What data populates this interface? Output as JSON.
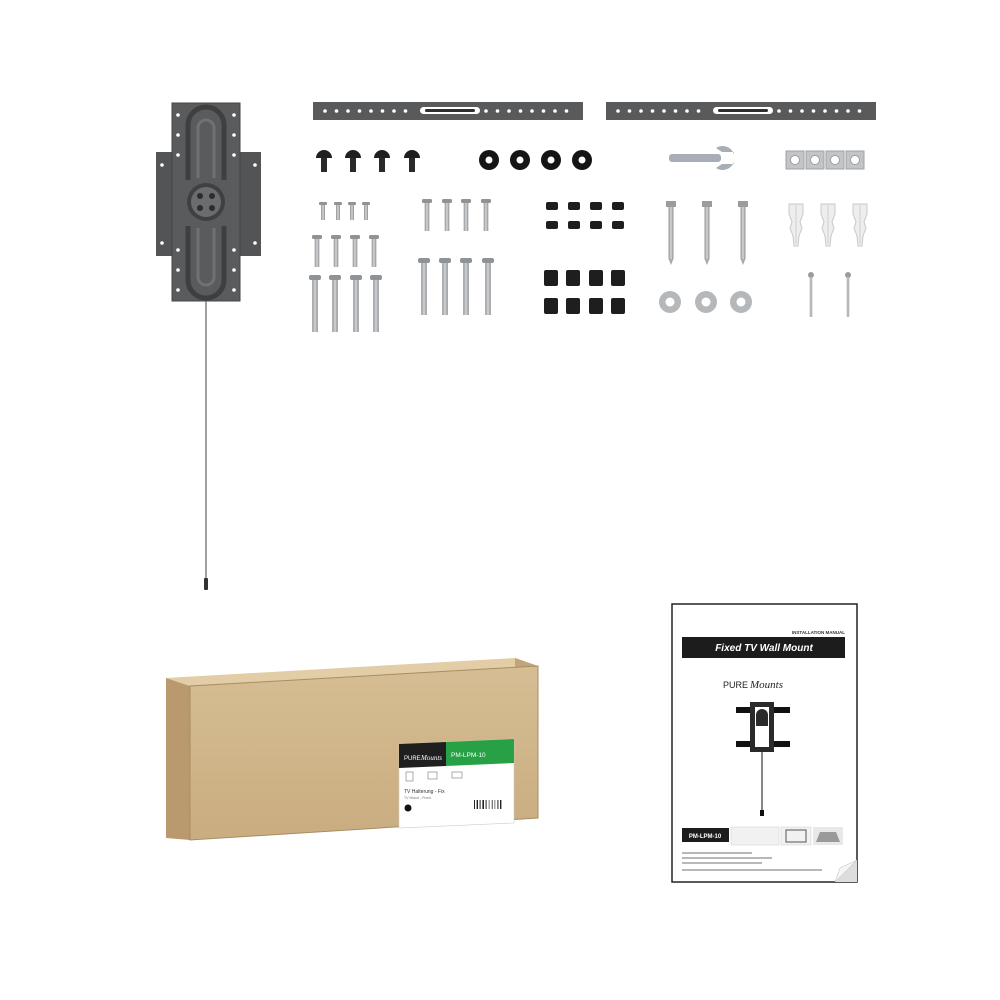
{
  "manual": {
    "header": "INSTALLATION MANUAL",
    "title": "Fixed TV Wall Mount",
    "brand_pure": "PURE",
    "brand_mounts": "Mounts",
    "model": "PM-LPM-10"
  },
  "box_label": {
    "brand_pure": "PURE",
    "brand_mounts": "Mounts",
    "model": "PM-LPM-10",
    "product": "TV Halterung - Fix",
    "product_sub": "TV Mount - Fixed"
  },
  "colors": {
    "bracket": "#5a5b5d",
    "hardware_black": "#1e1e1e",
    "steel": "#a9acaf",
    "box": "#d0b68c",
    "label_green": "#27a046"
  }
}
